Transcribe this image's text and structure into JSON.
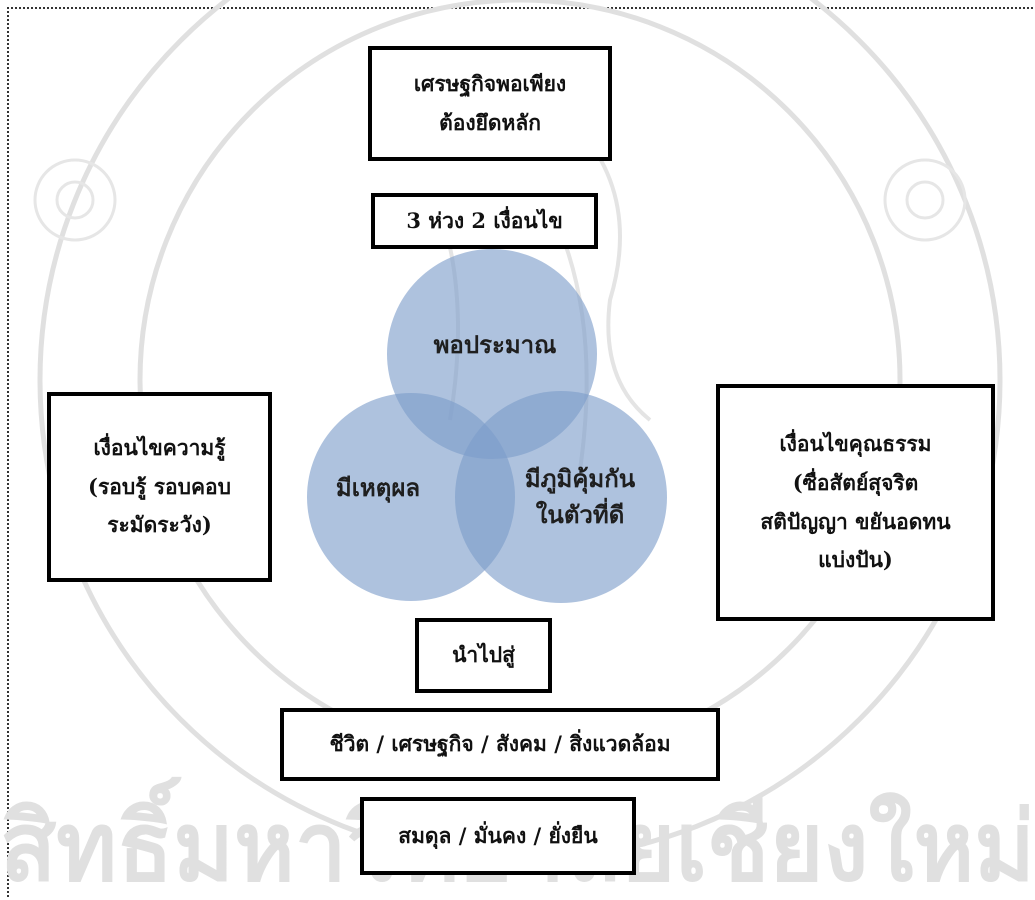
{
  "watermark": {
    "color": "#d9d9d9",
    "text": "สิทธิ์มหาวิทยาลัยเชียงใหม่"
  },
  "top_box": {
    "line1": "เศรษฐกิจพอเพียง",
    "line2": "ต้องยึดหลัก"
  },
  "principle_box": {
    "label": "3 ห่วง 2 เงื่อนไข"
  },
  "venn": {
    "fill_color": "#7d9cc9",
    "circles": [
      {
        "label": "พอประมาณ"
      },
      {
        "label": "มีเหตุผล"
      },
      {
        "label_line1": "มีภูมิคุ้มกัน",
        "label_line2": "ในตัวที่ดี"
      }
    ]
  },
  "knowledge_box": {
    "line1": "เงื่อนไขความรู้",
    "line2": "(รอบรู้ รอบคอบ",
    "line3": "ระมัดระวัง)"
  },
  "moral_box": {
    "line1": "เงื่อนไขคุณธรรม",
    "line2": "(ซื่อสัตย์สุจริต",
    "line3": "สติปัญญา ขยันอดทน",
    "line4": "แบ่งปัน)"
  },
  "leads_to_box": {
    "label": "นำไปสู่"
  },
  "domains_box": {
    "label": "ชีวิต / เศรษฐกิจ / สังคม / สิ่งแวดล้อม"
  },
  "outcome_box": {
    "label": "สมดุล / มั่นคง / ยั่งยืน"
  }
}
